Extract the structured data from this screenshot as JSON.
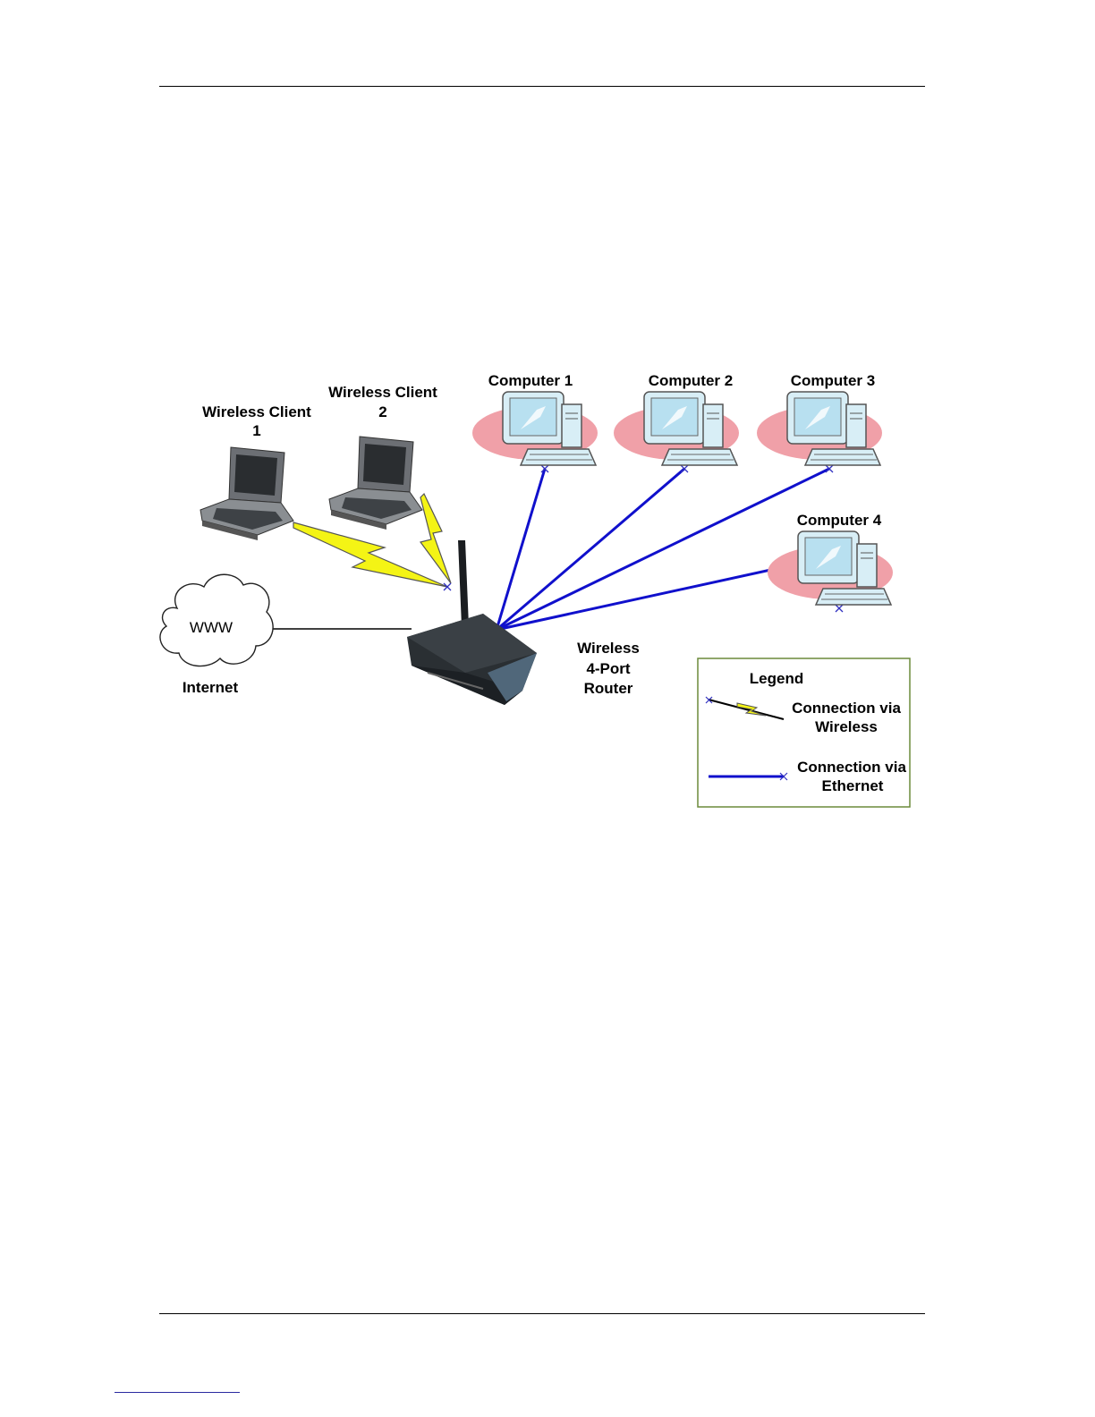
{
  "labels": {
    "wireless_client_1": [
      "Wireless Client",
      "1"
    ],
    "wireless_client_2": [
      "Wireless Client",
      "2"
    ],
    "computer_1": "Computer 1",
    "computer_2": "Computer 2",
    "computer_3": "Computer 3",
    "computer_4": "Computer 4",
    "router": [
      "Wireless",
      "4-Port",
      "Router"
    ],
    "cloud_text": "WWW",
    "internet": "Internet"
  },
  "legend": {
    "title": "Legend",
    "wireless": [
      "Connection via",
      "Wireless"
    ],
    "ethernet": [
      "Connection via",
      "Ethernet"
    ]
  },
  "icons": [
    "laptop-icon",
    "desktop-computer-icon",
    "router-icon",
    "cloud-icon",
    "lightning-icon"
  ],
  "colors": {
    "ethernet_line": "#1010cc",
    "wireless_bolt": "#f4f415",
    "desk_pad": "#f0a0a8",
    "monitor_screen": "#c0e8f4",
    "legend_border": "#6b8a3a"
  }
}
